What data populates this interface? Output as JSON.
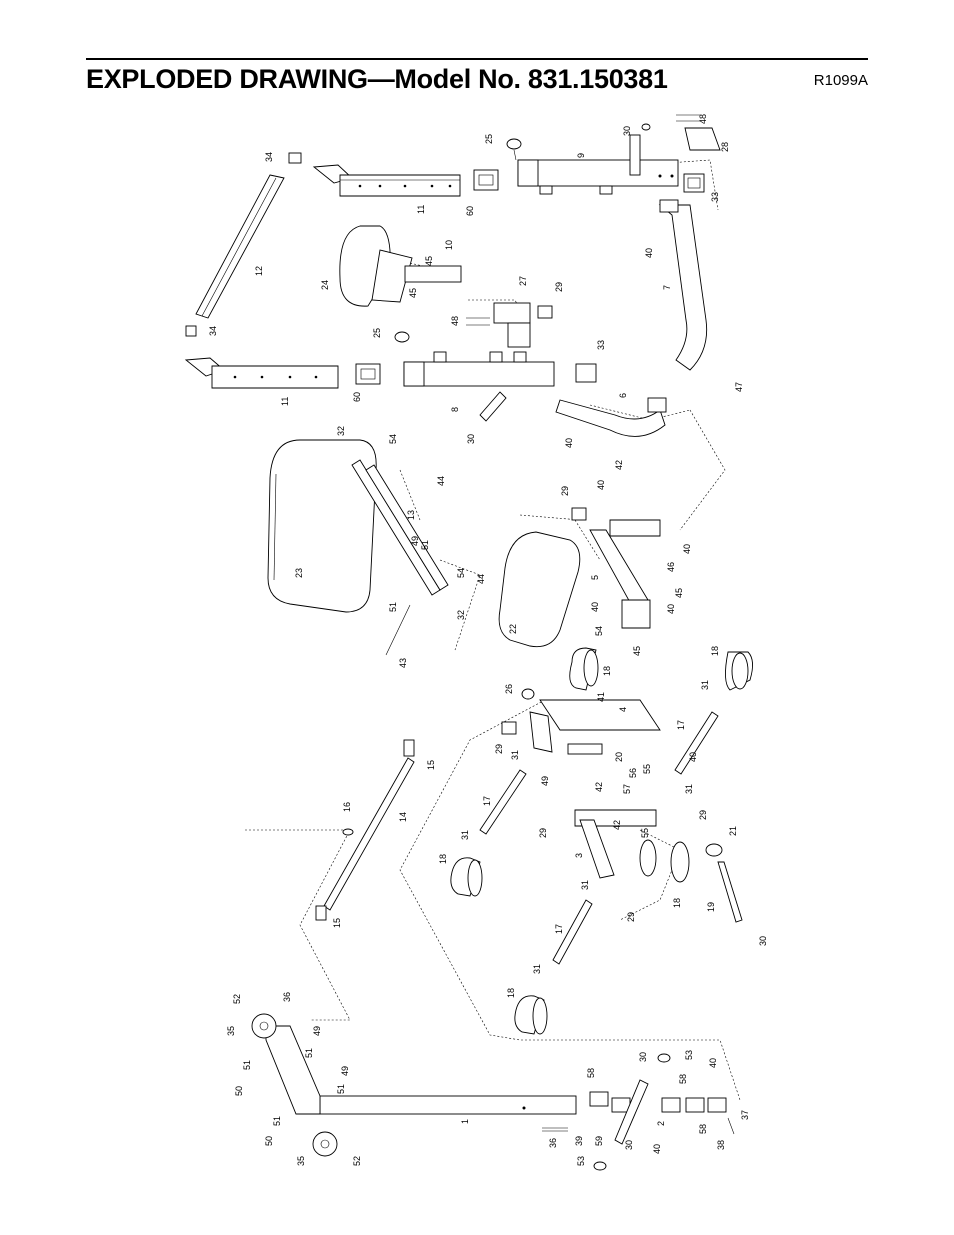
{
  "title": "EXPLODED DRAWING—Model No. 831.150381",
  "code": "R1099A",
  "callouts": [
    {
      "id": "c25a",
      "text": "25"
    },
    {
      "id": "c30a",
      "text": "30"
    },
    {
      "id": "c48a",
      "text": "48"
    },
    {
      "id": "c28",
      "text": "28"
    },
    {
      "id": "c9",
      "text": "9"
    },
    {
      "id": "c33a",
      "text": "33"
    },
    {
      "id": "c34a",
      "text": "34"
    },
    {
      "id": "c11a",
      "text": "11"
    },
    {
      "id": "c60a",
      "text": "60"
    },
    {
      "id": "c12",
      "text": "12"
    },
    {
      "id": "c10",
      "text": "10"
    },
    {
      "id": "c45a",
      "text": "45"
    },
    {
      "id": "c45b",
      "text": "45"
    },
    {
      "id": "c24",
      "text": "24"
    },
    {
      "id": "c40a",
      "text": "40"
    },
    {
      "id": "c27",
      "text": "27"
    },
    {
      "id": "c29a",
      "text": "29"
    },
    {
      "id": "c7",
      "text": "7"
    },
    {
      "id": "c34b",
      "text": "34"
    },
    {
      "id": "c48b",
      "text": "48"
    },
    {
      "id": "c25b",
      "text": "25"
    },
    {
      "id": "c33b",
      "text": "33"
    },
    {
      "id": "c47",
      "text": "47"
    },
    {
      "id": "c11b",
      "text": "11"
    },
    {
      "id": "c60b",
      "text": "60"
    },
    {
      "id": "c8",
      "text": "8"
    },
    {
      "id": "c6",
      "text": "6"
    },
    {
      "id": "c30b",
      "text": "30"
    },
    {
      "id": "c40b",
      "text": "40"
    },
    {
      "id": "c32a",
      "text": "32"
    },
    {
      "id": "c54a",
      "text": "54"
    },
    {
      "id": "c44a",
      "text": "44"
    },
    {
      "id": "c42a",
      "text": "42"
    },
    {
      "id": "c40c",
      "text": "40"
    },
    {
      "id": "c29b",
      "text": "29"
    },
    {
      "id": "c13",
      "text": "13"
    },
    {
      "id": "c49a",
      "text": "49"
    },
    {
      "id": "c51a",
      "text": "51"
    },
    {
      "id": "c23",
      "text": "23"
    },
    {
      "id": "c54b",
      "text": "54"
    },
    {
      "id": "c44b",
      "text": "44"
    },
    {
      "id": "c40d",
      "text": "40"
    },
    {
      "id": "c46",
      "text": "46"
    },
    {
      "id": "c5",
      "text": "5"
    },
    {
      "id": "c45c",
      "text": "45"
    },
    {
      "id": "c40e",
      "text": "40"
    },
    {
      "id": "c32b",
      "text": "32"
    },
    {
      "id": "c51b",
      "text": "51"
    },
    {
      "id": "c43",
      "text": "43"
    },
    {
      "id": "c22",
      "text": "22"
    },
    {
      "id": "c54c",
      "text": "54"
    },
    {
      "id": "c45d",
      "text": "45"
    },
    {
      "id": "c40f",
      "text": "40"
    },
    {
      "id": "c18a",
      "text": "18"
    },
    {
      "id": "c26",
      "text": "26"
    },
    {
      "id": "c41",
      "text": "41"
    },
    {
      "id": "c4",
      "text": "4"
    },
    {
      "id": "c18b",
      "text": "18"
    },
    {
      "id": "c31a",
      "text": "31"
    },
    {
      "id": "c29c",
      "text": "29"
    },
    {
      "id": "c31b",
      "text": "31"
    },
    {
      "id": "c49b",
      "text": "49"
    },
    {
      "id": "c20",
      "text": "20"
    },
    {
      "id": "c42b",
      "text": "42"
    },
    {
      "id": "c57",
      "text": "57"
    },
    {
      "id": "c56",
      "text": "56"
    },
    {
      "id": "c55a",
      "text": "55"
    },
    {
      "id": "c40g",
      "text": "40"
    },
    {
      "id": "c31c",
      "text": "31"
    },
    {
      "id": "c17a",
      "text": "17"
    },
    {
      "id": "c15a",
      "text": "15"
    },
    {
      "id": "c16",
      "text": "16"
    },
    {
      "id": "c14",
      "text": "14"
    },
    {
      "id": "c17b",
      "text": "17"
    },
    {
      "id": "c29d",
      "text": "29"
    },
    {
      "id": "c42c",
      "text": "42"
    },
    {
      "id": "c55b",
      "text": "55"
    },
    {
      "id": "c29e",
      "text": "29"
    },
    {
      "id": "c21",
      "text": "21"
    },
    {
      "id": "c31d",
      "text": "31"
    },
    {
      "id": "c18c",
      "text": "18"
    },
    {
      "id": "c3",
      "text": "3"
    },
    {
      "id": "c31e",
      "text": "31"
    },
    {
      "id": "c18d",
      "text": "18"
    },
    {
      "id": "c19",
      "text": "19"
    },
    {
      "id": "c15b",
      "text": "15"
    },
    {
      "id": "c29f",
      "text": "29"
    },
    {
      "id": "c30c",
      "text": "30"
    },
    {
      "id": "c17c",
      "text": "17"
    },
    {
      "id": "c31f",
      "text": "31"
    },
    {
      "id": "c18e",
      "text": "18"
    },
    {
      "id": "c52a",
      "text": "52"
    },
    {
      "id": "c36a",
      "text": "36"
    },
    {
      "id": "c35a",
      "text": "35"
    },
    {
      "id": "c49c",
      "text": "49"
    },
    {
      "id": "c51c",
      "text": "51"
    },
    {
      "id": "c51d",
      "text": "51"
    },
    {
      "id": "c50a",
      "text": "50"
    },
    {
      "id": "c49d",
      "text": "49"
    },
    {
      "id": "c51e",
      "text": "51"
    },
    {
      "id": "c30d",
      "text": "30"
    },
    {
      "id": "c53a",
      "text": "53"
    },
    {
      "id": "c58a",
      "text": "58"
    },
    {
      "id": "c40h",
      "text": "40"
    },
    {
      "id": "c58b",
      "text": "58"
    },
    {
      "id": "c1",
      "text": "1"
    },
    {
      "id": "c51f",
      "text": "51"
    },
    {
      "id": "c50b",
      "text": "50"
    },
    {
      "id": "c35b",
      "text": "35"
    },
    {
      "id": "c52b",
      "text": "52"
    },
    {
      "id": "c36b",
      "text": "36"
    },
    {
      "id": "c39",
      "text": "39"
    },
    {
      "id": "c53b",
      "text": "53"
    },
    {
      "id": "c59",
      "text": "59"
    },
    {
      "id": "c30e",
      "text": "30"
    },
    {
      "id": "c2",
      "text": "2"
    },
    {
      "id": "c40i",
      "text": "40"
    },
    {
      "id": "c58c",
      "text": "58"
    },
    {
      "id": "c38",
      "text": "38"
    },
    {
      "id": "c37",
      "text": "37"
    }
  ]
}
